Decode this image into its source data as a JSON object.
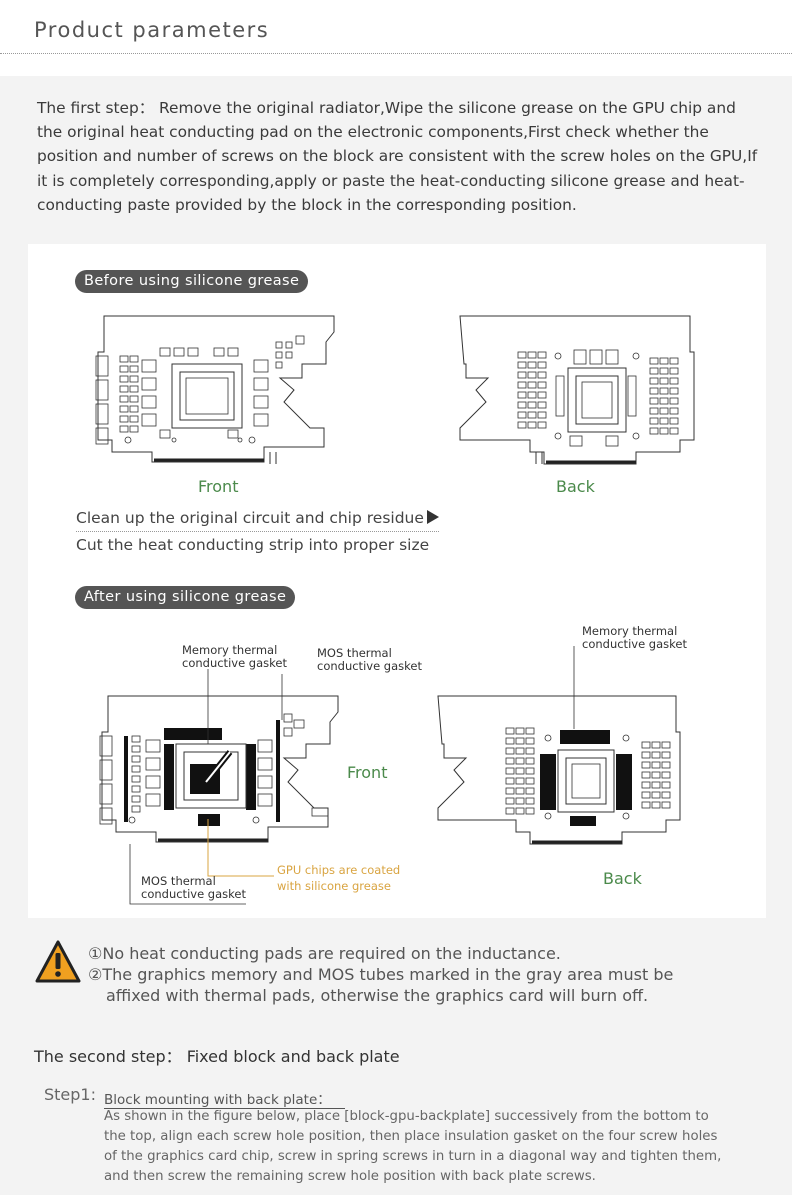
{
  "header": {
    "title": "Product parameters"
  },
  "step_one": {
    "paragraph": "The first step： Remove the original radiator,Wipe the silicone grease on the GPU chip and the original heat conducting pad on the electronic components,First check whether the position and number of screws on the block are consistent with the screw holes on the GPU,If it is completely corresponding,apply or paste the heat-conducting silicone grease and heat-conducting paste provided by the block in the corresponding position."
  },
  "before": {
    "badge": "Before using silicone grease",
    "front_label": "Front",
    "back_label": "Back",
    "instruction_1": "Clean up the original circuit and chip residue",
    "instruction_2": "Cut the heat conducting strip into proper size"
  },
  "after": {
    "badge": "After using silicone grease",
    "memory_gasket_label_front": "Memory thermal conductive gasket",
    "mos_gasket_label_top": "MOS thermal conductive gasket",
    "mos_gasket_label_bottom": "MOS thermal conductive gasket",
    "gpu_chip_note": "GPU chips are coated with silicone grease",
    "front_label": "Front",
    "memory_gasket_label_back": "Memory thermal conductive gasket",
    "back_label": "Back"
  },
  "warning": {
    "item_1": "①No heat conducting pads are required on the inductance.",
    "item_2_line1": "②The graphics memory and MOS tubes marked in the gray area must be",
    "item_2_line2": "affixed with thermal pads, otherwise the graphics card will burn off."
  },
  "step_two": {
    "title": "The second step： Fixed block and back plate",
    "step1_label": "Step1:",
    "step1_title": "Block mounting with back plate：",
    "step1_body": "As shown in the figure below, place [block-gpu-backplate] successively from the bottom to the top, align each screw hole position, then place insulation gasket on the four screw holes of the graphics card chip, screw in spring screws in turn in a diagonal way and tighten them, and then screw the remaining screw hole position with back plate screws."
  },
  "colors": {
    "accent_green": "#4b8a4b",
    "warning_orange": "#f0a020",
    "note_orange": "#d9a441",
    "badge_gray": "#555555"
  }
}
